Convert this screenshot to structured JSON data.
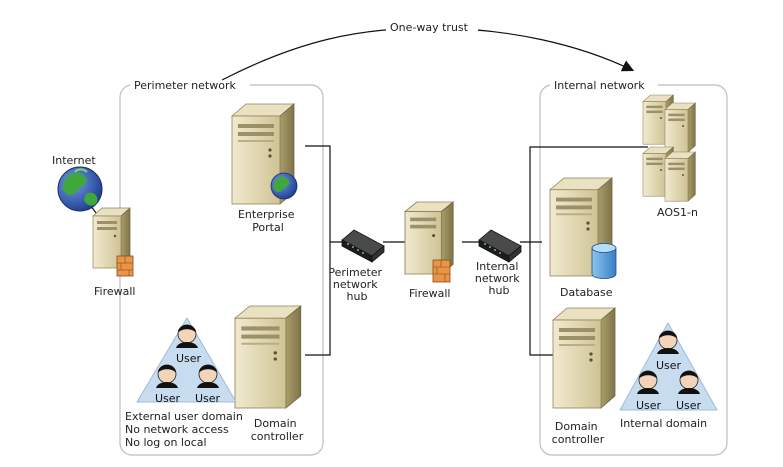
{
  "trust": {
    "label": "One-way trust"
  },
  "zones": {
    "perimeter": "Perimeter network",
    "internal": "Internal network"
  },
  "nodes": {
    "internet": "Internet",
    "firewall_left": "Firewall",
    "enterprise_portal": [
      "Enterprise",
      "Portal"
    ],
    "perimeter_hub": [
      "Perimeter",
      "network",
      "hub"
    ],
    "firewall_center": "Firewall",
    "internal_hub": [
      "Internal",
      "network",
      "hub"
    ],
    "aos": "AOS1-n",
    "database": "Database",
    "domain_controller_perimeter": [
      "Domain",
      "controller"
    ],
    "domain_controller_internal": [
      "Domain",
      "controller"
    ]
  },
  "external_domain": {
    "users": [
      "User",
      "User",
      "User"
    ],
    "notes": [
      "External user domain",
      "No network access",
      "No log on local"
    ]
  },
  "internal_domain": {
    "users": [
      "User",
      "User",
      "User"
    ],
    "label": "Internal domain"
  },
  "colors": {
    "server_body": "#d9cfa6",
    "server_dark": "#8f8457",
    "globe_blue": "#2f58b8",
    "globe_green": "#3fa83c",
    "firewall_orange": "#e8954a",
    "hub": "#2b2b2b",
    "db_blue": "#5c9fdc",
    "user_triangle": "#c8dcef",
    "line": "#111111",
    "zone_border": "#bdbdbd"
  }
}
